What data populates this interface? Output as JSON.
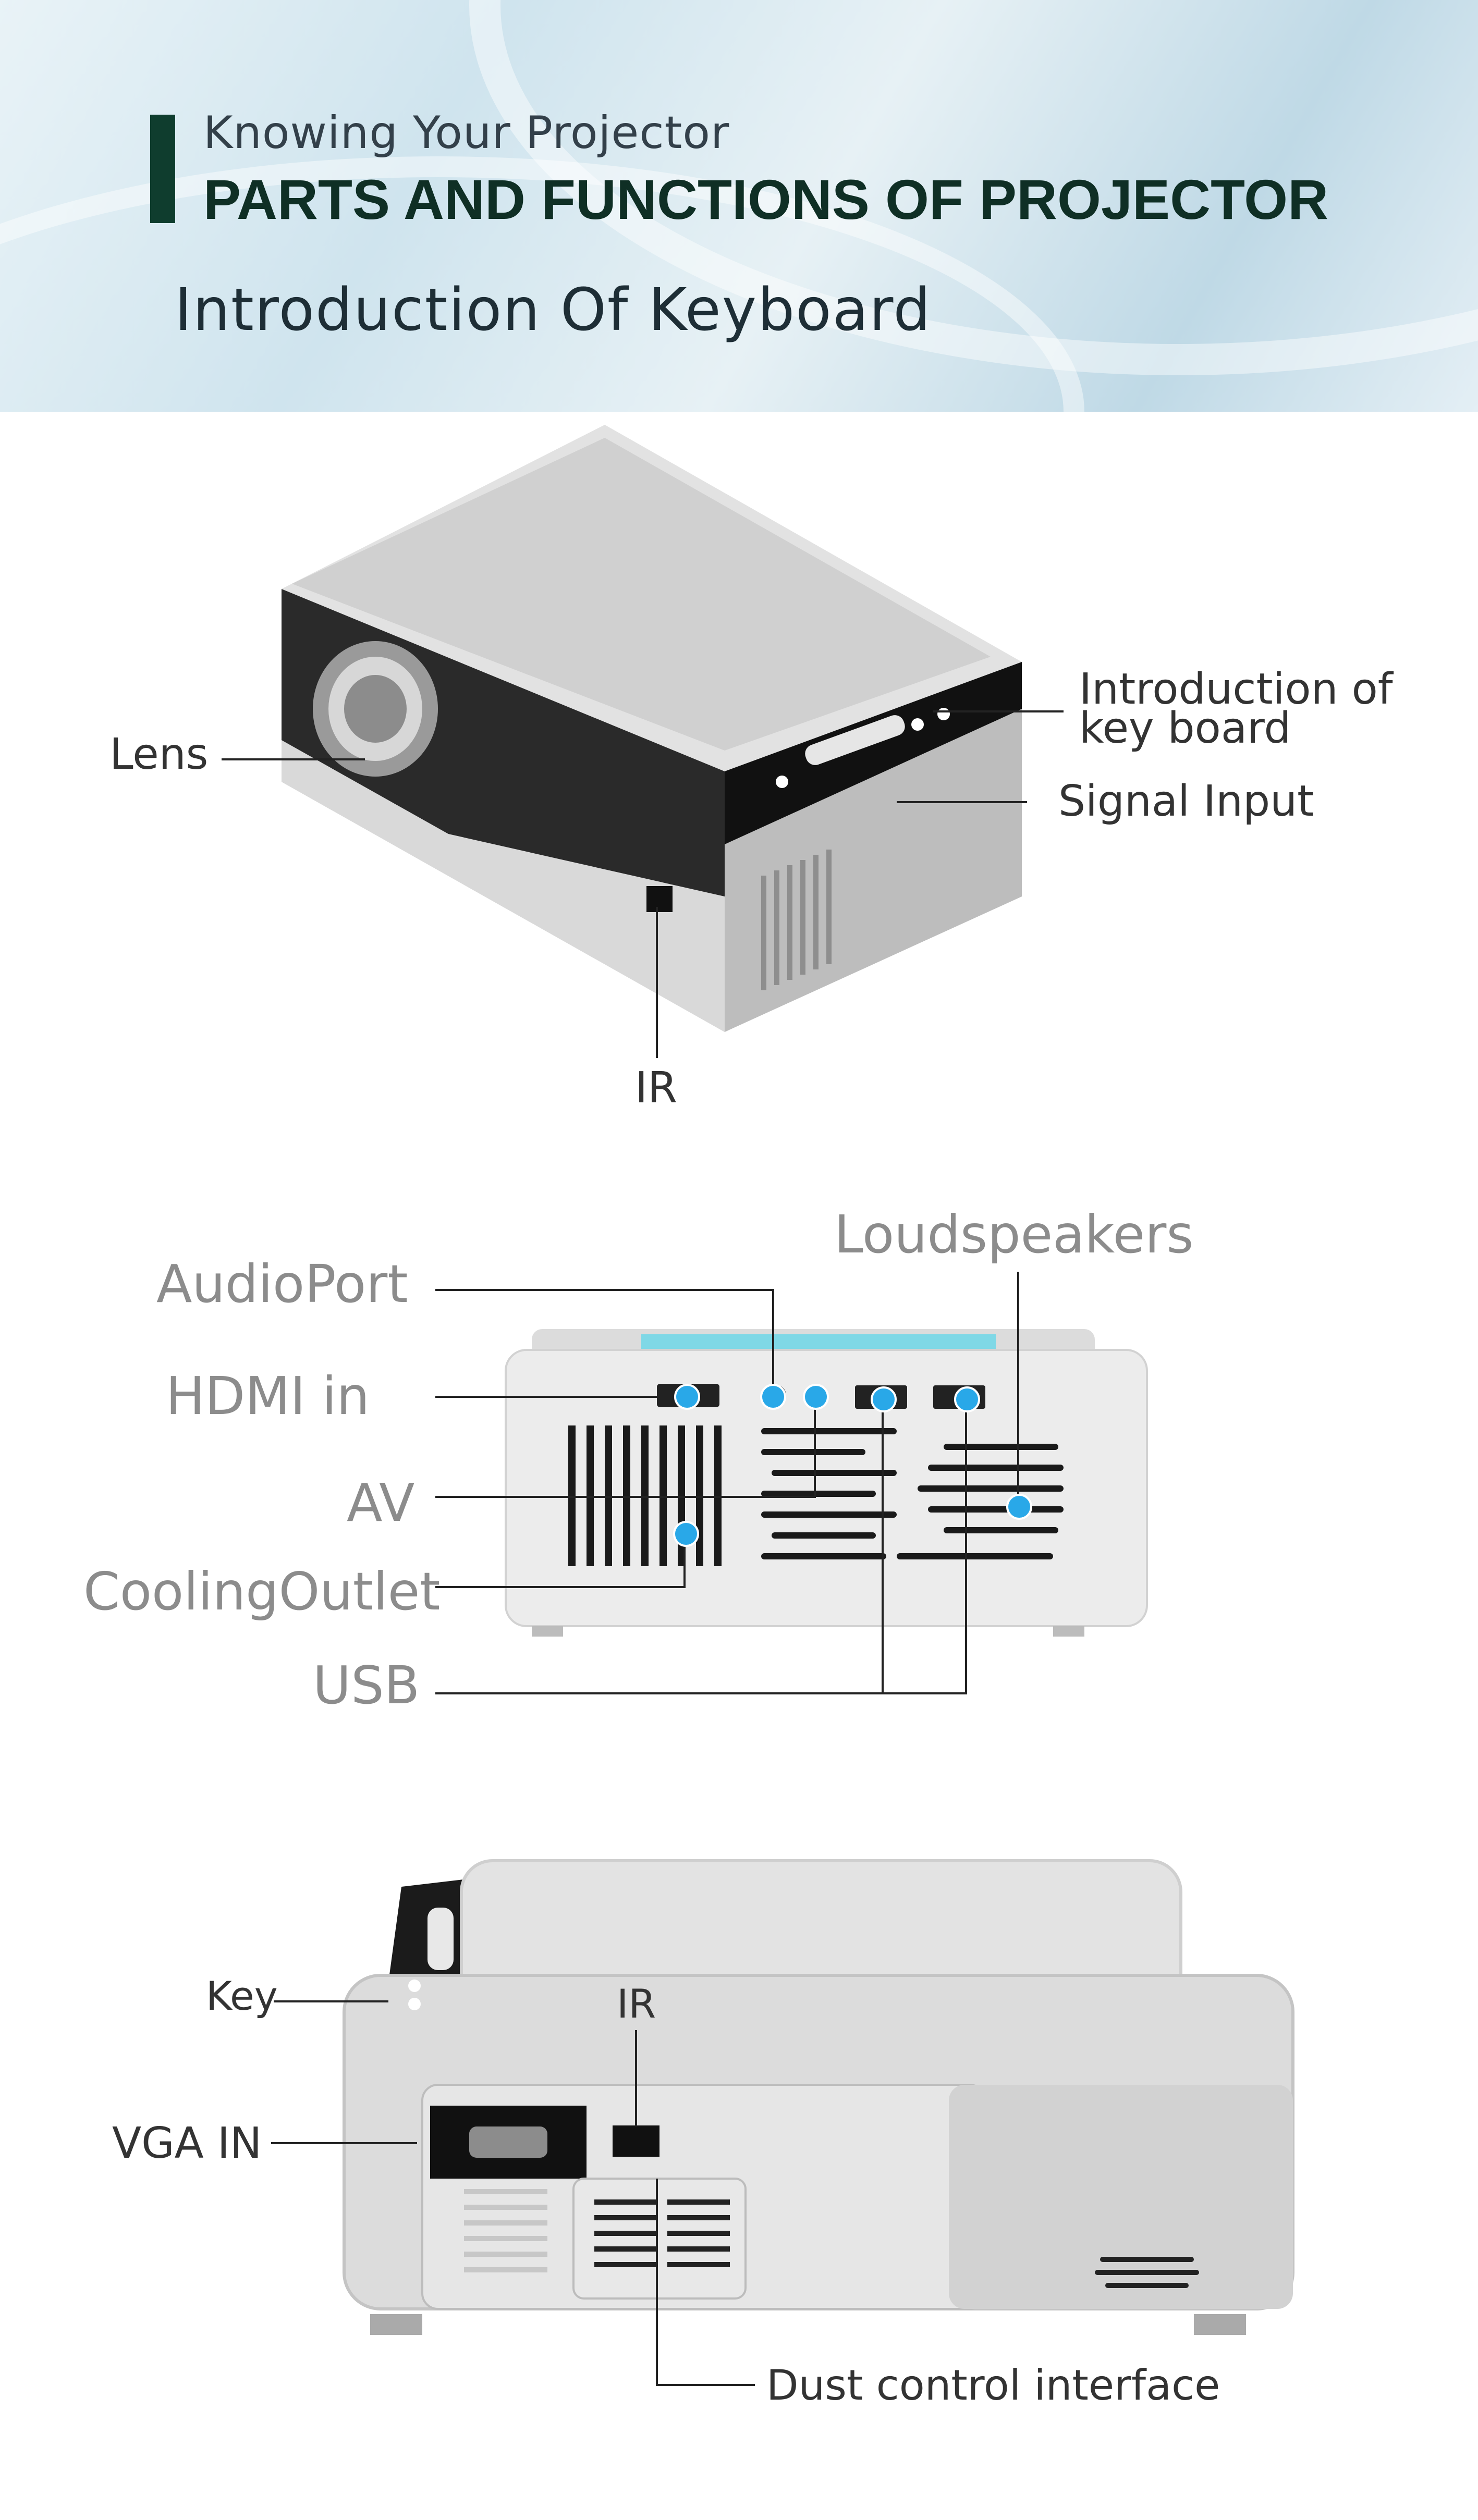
{
  "header": {
    "subtitle": "Knowing Your Projector",
    "title": "PARTS AND FUNCTIONS OF PROJECTOR",
    "section": "Introduction Of Keyboard"
  },
  "view1": {
    "lens": "Lens",
    "keyboard_line1": "Introduction of",
    "keyboard_line2": "key board",
    "signal": "Signal Input",
    "ir": "IR"
  },
  "view2": {
    "loudspeakers": "Loudspeakers",
    "audio": "AudioPort",
    "hdmi": "HDMI  in",
    "av": "AV",
    "cooling": "CoolingOutlet",
    "usb": "USB"
  },
  "view3": {
    "key": "Key",
    "ir": "IR",
    "vga": "VGA IN",
    "dust": "Dust control interface"
  },
  "colors": {
    "accent": "#29a8e8",
    "title": "#0f2f25",
    "bar": "#0f3d2e"
  }
}
